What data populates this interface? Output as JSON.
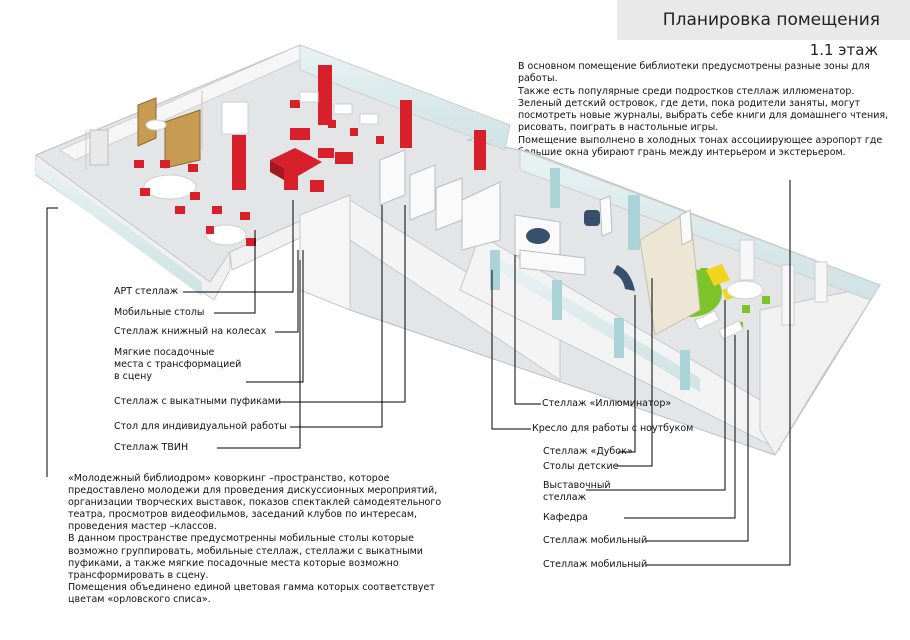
{
  "header": {
    "title": "Планировка помещения",
    "floor": "1.1 этаж"
  },
  "description": "    В основном помещение библиотеки предусмотрены разные зоны для работы.\n    Также есть популярные среди подростков стеллаж иллюменатор.\nЗеленый детский островок, где дети, пока родители заняты, могут посмотреть новые журналы, выбрать себе книги для домашнего чтения, рисовать, поиграть в настольные игры.\nПомещение выполнено в холодных тонах ассоциирующее аэропорт где большие окна убирают грань между интерьером и экстерьером.",
  "note": "«Молодежный библиодром»  коворкинг –пространство, которое предоставлено молодежи для проведения дискуссионных мероприятий, организации творческих выставок, показов спектаклей самодеятельного театра, просмотров видеофильмов, заседаний клубов по интересам, проведения мастер –классов.\n    В данном пространстве предусмотренны мобильные столы которые возможно группировать, мобильные стеллаж, стеллажи с выкатными пуфиками, а также мягкие посадочные места которые возможно трансформировать в сцену.\n  Помещения объединено единой  цветовая гамма которых соответствует цветам «орловского списа».",
  "labels_left": [
    "АРТ стеллаж",
    "Мобильные столы",
    "Стеллаж книжный на колесах",
    "Мягкие посадочные\nместа с трансформацией\nв сцену",
    "Стеллаж с выкатными пуфиками",
    "Стол для индивидуальной работы",
    "Стеллаж ТВИН"
  ],
  "labels_right": [
    "Стеллаж «Иллюминатор»",
    "Кресло для работы с ноутбуком",
    "Стеллаж «Дубок»",
    "Столы детские",
    "Выставочный\nстеллаж",
    "Кафедра",
    "Стеллаж мобильный",
    "Стеллаж мобильный"
  ],
  "colors": {
    "accent_red": "#d8202a",
    "kids_green": "#7cc42a",
    "kids_yellow": "#f2d41e",
    "wall": "#f4f4f4",
    "floor": "#e4e5e7",
    "window": "#d5e8ea"
  }
}
